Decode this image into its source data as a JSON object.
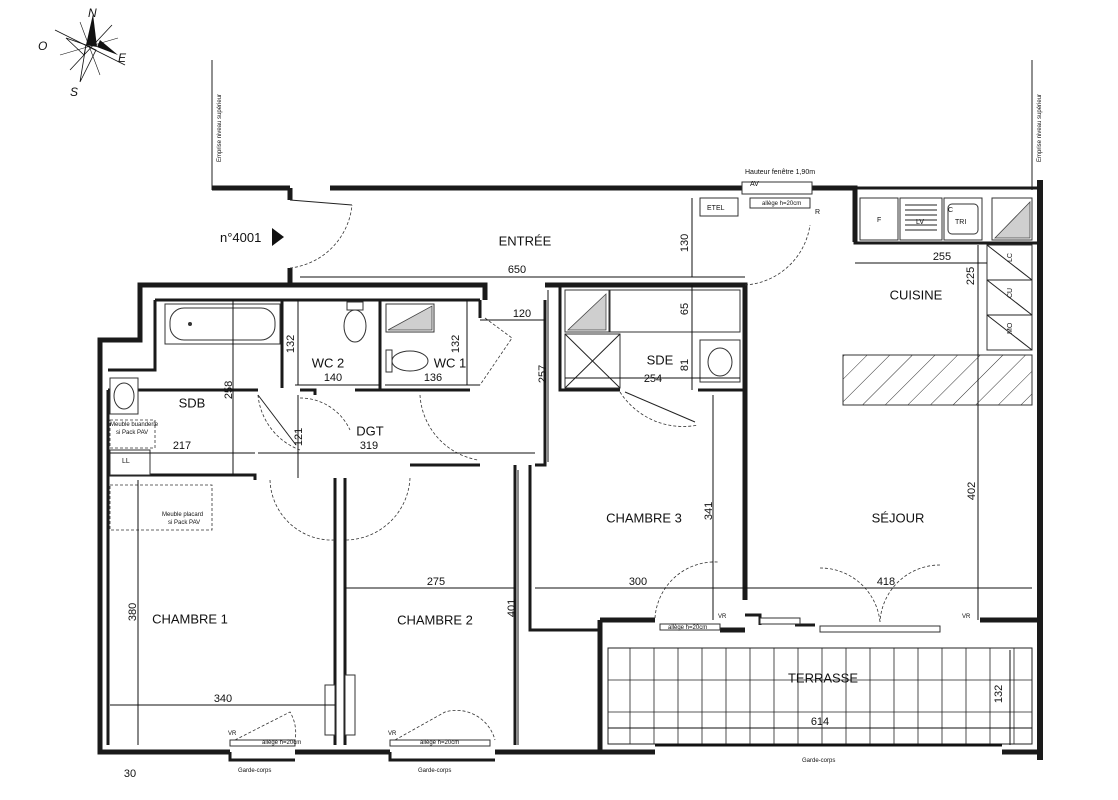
{
  "compass": {
    "north": "N",
    "south": "S",
    "east": "E",
    "west": "O"
  },
  "unit_label": "n°4001",
  "boundary_label": "Emprise niveau supérieur",
  "window_note": "Hauteur fenêtre 1,90m",
  "rooms": {
    "entree": "ENTRÉE",
    "cuisine": "CUISINE",
    "sdb": "SDB",
    "wc2": "WC 2",
    "wc1": "WC 1",
    "dgt": "DGT",
    "sde": "SDE",
    "chambre1": "CHAMBRE 1",
    "chambre2": "CHAMBRE 2",
    "chambre3": "CHAMBRE 3",
    "sejour": "SÉJOUR",
    "terrasse": "TERRASSE"
  },
  "equipment": {
    "etel": "ETEL",
    "av": "AV",
    "r": "R",
    "f": "F",
    "lv": "LV",
    "tri": "TRI",
    "c": "C",
    "lc": "LC",
    "cu": "CU",
    "mo": "MO",
    "ll": "LL",
    "vr": "VR",
    "meuble_buanderie_1": "Meuble buanderie",
    "meuble_buanderie_2": "si Pack PAV",
    "meuble_placard_1": "Meuble placard",
    "meuble_placard_2": "si Pack PAV",
    "allege": "allège h=20cm",
    "garde_corps": "Garde-corps"
  },
  "dimensions": {
    "d650": "650",
    "d130": "130",
    "d255": "255",
    "d225": "225",
    "d120": "120",
    "d65": "65",
    "d81": "81",
    "d254": "254",
    "d257": "257",
    "d132a": "132",
    "d132b": "132",
    "d140": "140",
    "d136": "136",
    "d258": "258",
    "d121": "121",
    "d217": "217",
    "d319": "319",
    "d341": "341",
    "d402": "402",
    "d380": "380",
    "d275": "275",
    "d401": "401",
    "d300": "300",
    "d418": "418",
    "d340": "340",
    "d614": "614",
    "d132c": "132",
    "d30": "30"
  }
}
